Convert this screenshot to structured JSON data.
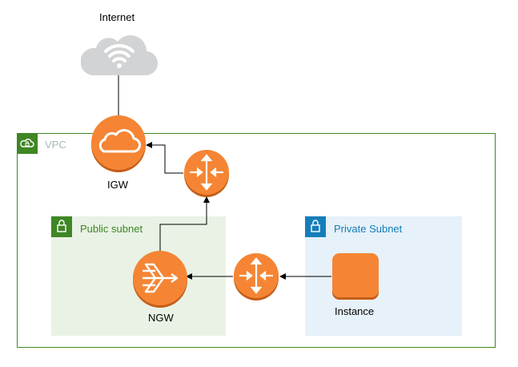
{
  "nodes": {
    "internet": {
      "label": "Internet",
      "icon": "cloud-wifi-icon"
    },
    "igw": {
      "label": "IGW",
      "icon": "internet-gateway-icon"
    },
    "router_top": {
      "icon": "router-icon"
    },
    "router_bottom": {
      "icon": "router-icon"
    },
    "ngw": {
      "label": "NGW",
      "icon": "nat-gateway-icon"
    },
    "instance": {
      "label": "Instance",
      "icon": "ec2-instance-icon"
    }
  },
  "groups": {
    "vpc": {
      "label": "VPC",
      "icon": "vpc-lock-cloud-icon",
      "border_color": "#3f8624",
      "label_color": "#aab7b8"
    },
    "public_subnet": {
      "label": "Public subnet",
      "icon": "lock-icon",
      "fill": "#e9f2e5",
      "accent": "#3f8624"
    },
    "private_subnet": {
      "label": "Private Subnet",
      "icon": "lock-icon",
      "fill": "#e6f1f9",
      "accent": "#147eba"
    }
  },
  "colors": {
    "orange": "#f58534",
    "cloud_gray": "#d2d3d4"
  }
}
